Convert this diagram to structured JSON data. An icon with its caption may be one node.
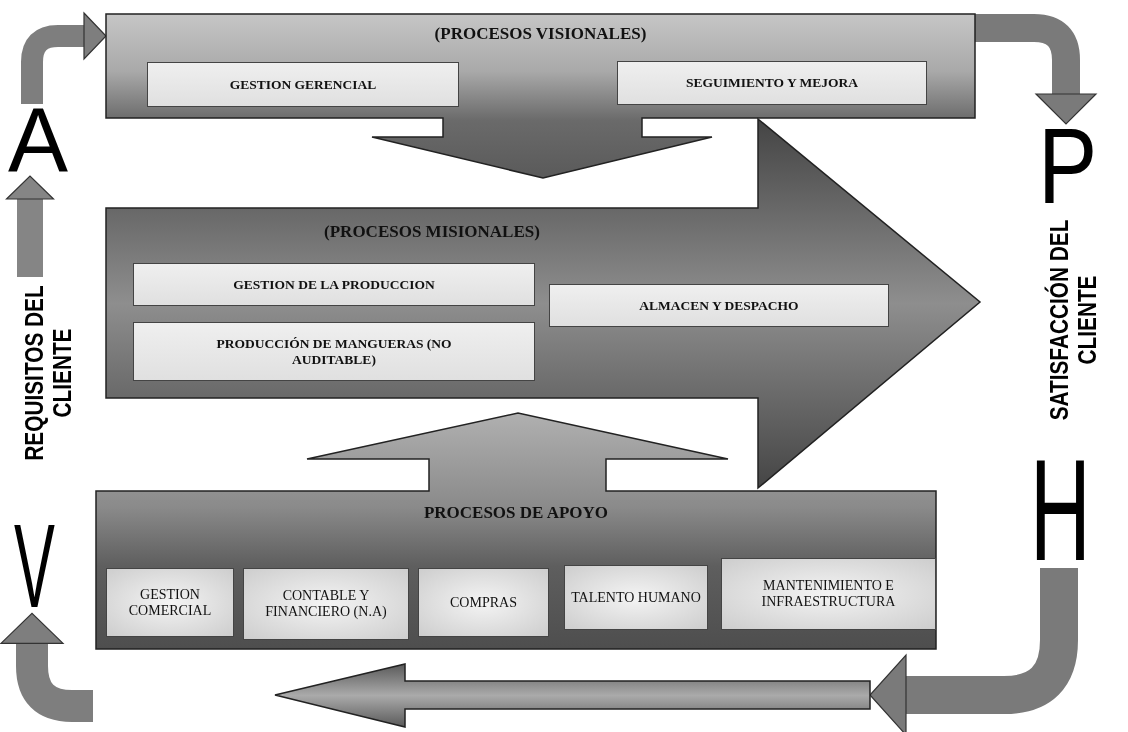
{
  "diagram": {
    "nodes": [
      {
        "text": [
          "(PROCESOS VISIONALES)"
        ]
      },
      {
        "text": [
          "GESTION GERENCIAL"
        ],
        "in": 0
      },
      {
        "text": [
          "SEGUIMIENTO Y MEJORA"
        ],
        "in": 0
      },
      {
        "text": [
          "(PROCESOS MISIONALES)"
        ]
      },
      {
        "text": [
          "GESTION DE LA PRODUCCION"
        ],
        "in": 3
      },
      {
        "text": [
          "PRODUCCIÓN DE MANGUERAS (NO AUDITABLE)"
        ],
        "in": 3
      },
      {
        "text": [
          "ALMACEN Y DESPACHO"
        ],
        "in": 3
      },
      {
        "text": [
          "PROCESOS DE APOYO"
        ]
      },
      {
        "text": [
          "GESTION COMERCIAL"
        ],
        "in": 7
      },
      {
        "text": [
          "CONTABLE Y FINANCIERO (N.A)"
        ],
        "in": 7
      },
      {
        "text": [
          "COMPRAS"
        ],
        "in": 7
      },
      {
        "text": [
          "TALENTO HUMANO"
        ],
        "in": 7
      },
      {
        "text": [
          "MANTENIMIENTO E INFRAESTRUCTURA"
        ],
        "in": 7
      },
      {
        "text": [
          "A"
        ]
      },
      {
        "text": [
          "P"
        ]
      },
      {
        "text": [
          "H"
        ]
      },
      {
        "text": [
          "V"
        ]
      },
      {
        "text": [
          "REQUISITOS DEL CLIENTE"
        ]
      },
      {
        "text": [],
        "shape": "arrow"
      }
    ],
    "edges": [
      {
        "from": 13,
        "to": 0,
        "arrow": "to"
      },
      {
        "from": 0,
        "to": 14,
        "arrow": "to"
      },
      {
        "from": 15,
        "to": 18,
        "arrow": "to"
      },
      {
        "from": null,
        "to": 16,
        "arrow": "to"
      },
      {
        "from": 17,
        "to": 13,
        "arrow": "to"
      }
    ],
    "labels": [
      "SATISFACCIÓN DEL CLIENTE"
    ]
  }
}
